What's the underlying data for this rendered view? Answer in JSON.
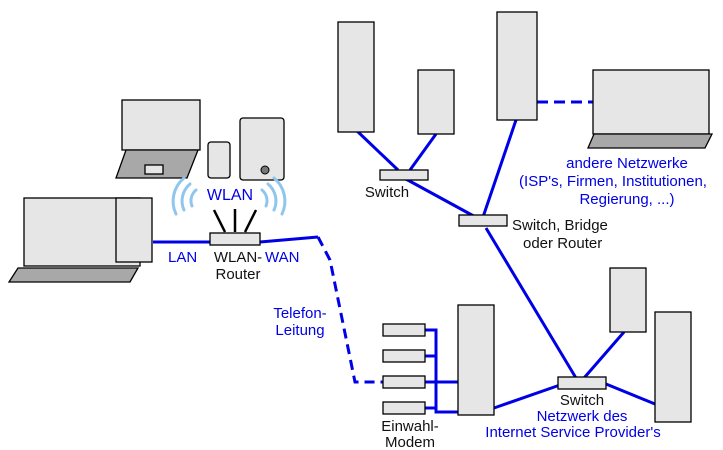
{
  "colors": {
    "link": "#0000e6",
    "label_blue": "#0000e6",
    "label_black": "#111111",
    "device_fill": "#e6e6e6",
    "device_dark": "#a8a8a8",
    "wifi": "#8ec6ee"
  },
  "labels": {
    "wlan": "WLAN",
    "lan": "LAN",
    "wan": "WAN",
    "router_line1": "WLAN-",
    "router_line2": "Router",
    "telefon_line1": "Telefon-",
    "telefon_line2": "Leitung",
    "modem_line1": "Einwahl-",
    "modem_line2": "Modem",
    "switch_top": "Switch",
    "router_net_line1": "Switch, Bridge",
    "router_net_line2": "oder Router",
    "other_line1": "andere Netzwerke",
    "other_line2": "(ISP's, Firmen, Institutionen,",
    "other_line3": "Regierung, ...)",
    "isp_switch": "Switch",
    "isp_line1": "Netzwerk des",
    "isp_line2": "Internet Service Provider's"
  },
  "icons": [
    "laptop-icon",
    "desktop-pc-icon",
    "phone-icon",
    "tablet-icon",
    "wifi-icon",
    "router-icon",
    "modem-icon",
    "server-icon",
    "switch-icon"
  ]
}
